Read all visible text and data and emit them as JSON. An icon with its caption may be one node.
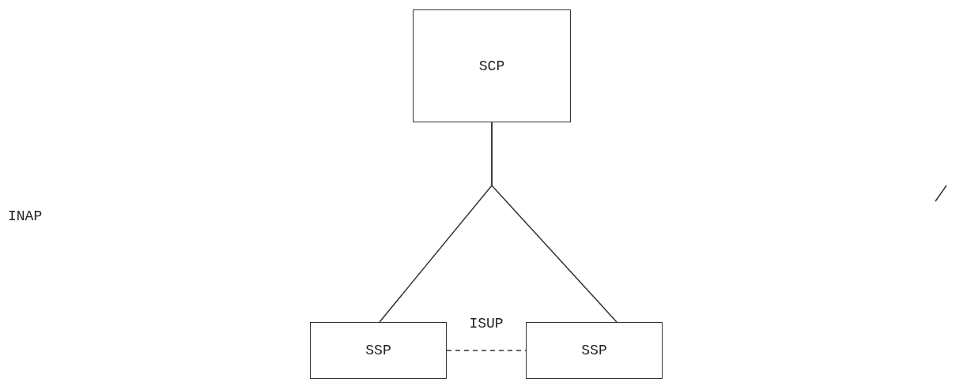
{
  "diagram": {
    "nodes": [
      {
        "text": [
          "SCP"
        ]
      },
      {
        "text": [
          "SSP"
        ]
      },
      {
        "text": [
          "SSP"
        ]
      }
    ],
    "edges": [
      {
        "from": 0,
        "to": 1,
        "arrow": "none"
      },
      {
        "from": 0,
        "to": 2,
        "arrow": "none"
      },
      {
        "from": 1,
        "to": 2,
        "arrow": "none",
        "label": "ISUP",
        "style": "dashed"
      }
    ],
    "labels": [
      "INAP"
    ]
  }
}
